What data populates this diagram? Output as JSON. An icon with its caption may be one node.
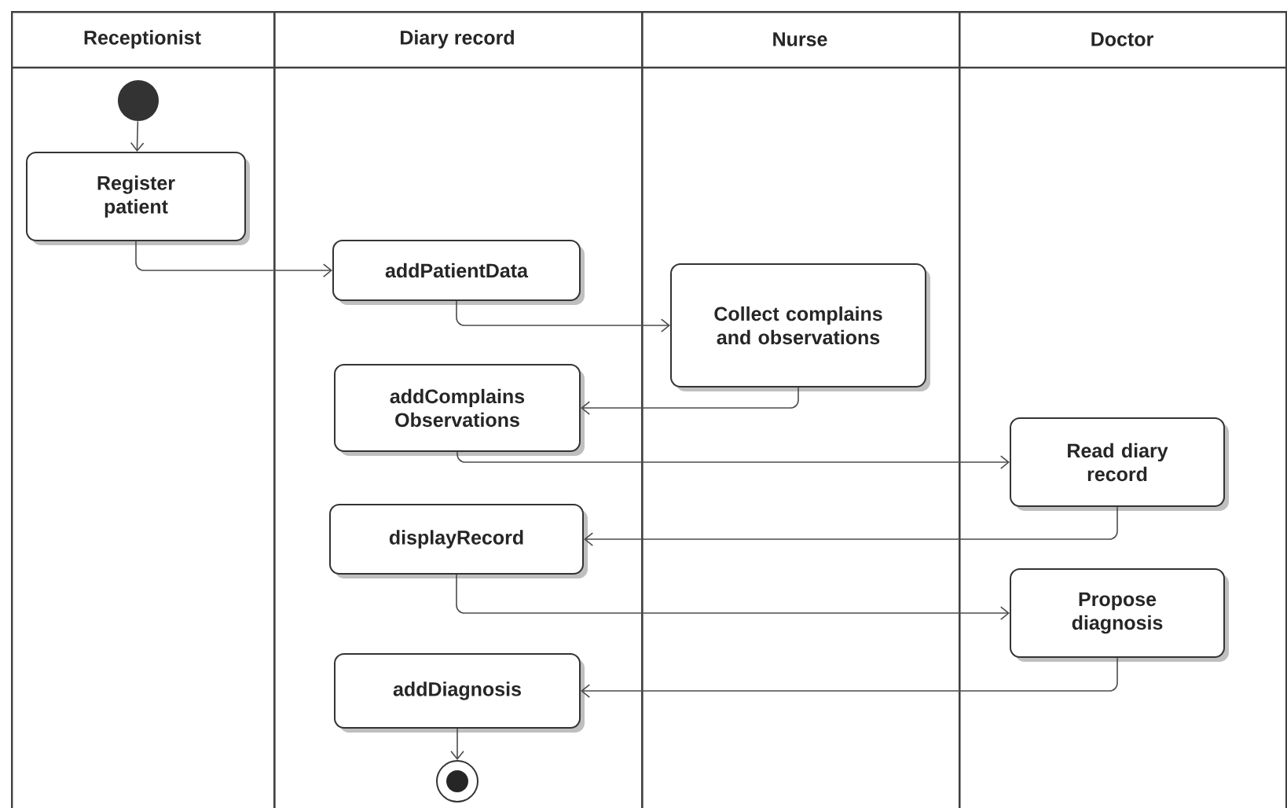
{
  "diagram": {
    "nodes": [
      {
        "text": [
          "Receptionist"
        ]
      },
      {
        "text": [
          "Diary record"
        ]
      },
      {
        "text": [
          "Nurse"
        ]
      },
      {
        "text": [
          "Doctor"
        ]
      },
      {
        "text": [],
        "shape": "circle",
        "in": 0
      },
      {
        "text": [
          "Register patient"
        ],
        "in": 0
      },
      {
        "text": [
          "addPatientData"
        ],
        "in": 1
      },
      {
        "text": [
          "Collect complains and observations"
        ],
        "in": 2
      },
      {
        "text": [
          "addComplains Observations"
        ],
        "in": 1
      },
      {
        "text": [
          "Read diary record"
        ],
        "in": 3
      },
      {
        "text": [
          "displayRecord"
        ],
        "in": 1
      },
      {
        "text": [
          "Propose diagnosis"
        ],
        "in": 3
      },
      {
        "text": [
          "addDiagnosis"
        ],
        "in": 1
      },
      {
        "text": [],
        "shape": "circle",
        "in": 1
      }
    ],
    "edges": [
      {
        "from": 4,
        "to": 5,
        "arrow": "to"
      },
      {
        "from": 5,
        "to": 6,
        "arrow": "to"
      },
      {
        "from": 6,
        "to": 7,
        "arrow": "to"
      },
      {
        "from": 7,
        "to": 8,
        "arrow": "to"
      },
      {
        "from": 8,
        "to": 9,
        "arrow": "to"
      },
      {
        "from": 9,
        "to": 10,
        "arrow": "to"
      },
      {
        "from": 10,
        "to": 11,
        "arrow": "to"
      },
      {
        "from": 11,
        "to": 12,
        "arrow": "to"
      },
      {
        "from": 12,
        "to": 13,
        "arrow": "to"
      }
    ]
  }
}
